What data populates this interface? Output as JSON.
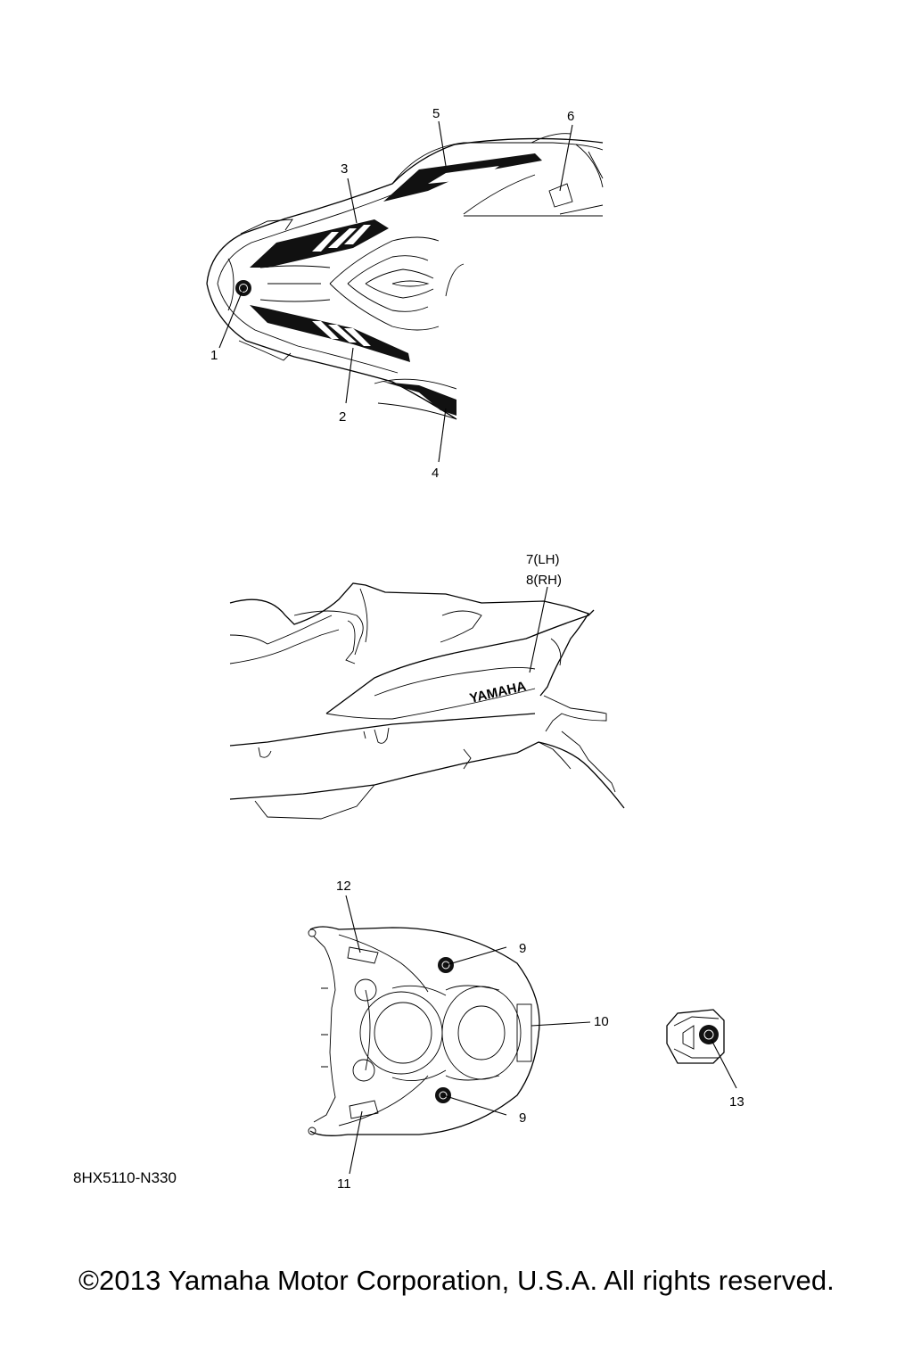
{
  "diagram": {
    "callouts": {
      "c1": "1",
      "c2": "2",
      "c3": "3",
      "c4": "4",
      "c5": "5",
      "c6": "6",
      "c7": "7(LH)",
      "c8": "8(RH)",
      "c9a": "9",
      "c9b": "9",
      "c10": "10",
      "c11": "11",
      "c12": "12",
      "c13": "13"
    },
    "hull_graphic_text": "YAMAHA",
    "diagram_code": "8HX5110-N330"
  },
  "footer": {
    "copyright": "©2013 Yamaha Motor Corporation, U.S.A. All rights reserved."
  }
}
